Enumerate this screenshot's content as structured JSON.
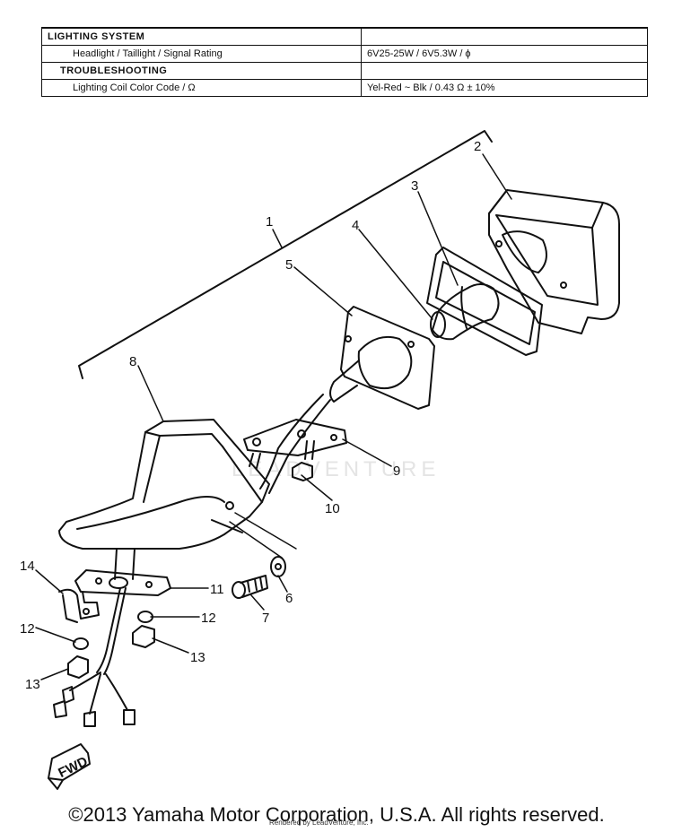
{
  "spec_table": {
    "rows": [
      {
        "label": "LIGHTING SYSTEM",
        "value": ""
      },
      {
        "label": "Headlight / Taillight / Signal Rating",
        "value": "6V25-25W / 6V5.3W / ϕ"
      },
      {
        "label": "TROUBLESHOOTING",
        "value": ""
      },
      {
        "label": "Lighting Coil Color Code / Ω",
        "value": "Yel-Red ~ Blk / 0.43 Ω ± 10%"
      }
    ]
  },
  "callouts": [
    "1",
    "2",
    "3",
    "4",
    "5",
    "6",
    "7",
    "8",
    "9",
    "10",
    "11",
    "12",
    "12",
    "13",
    "13",
    "14"
  ],
  "fwd_label": "FWD",
  "watermark": "LEADVENTURE",
  "copyright": "©2013 Yamaha Motor Corporation, U.S.A. All rights reserved.",
  "rendered_by": "Rendered by LeadVenture, Inc."
}
